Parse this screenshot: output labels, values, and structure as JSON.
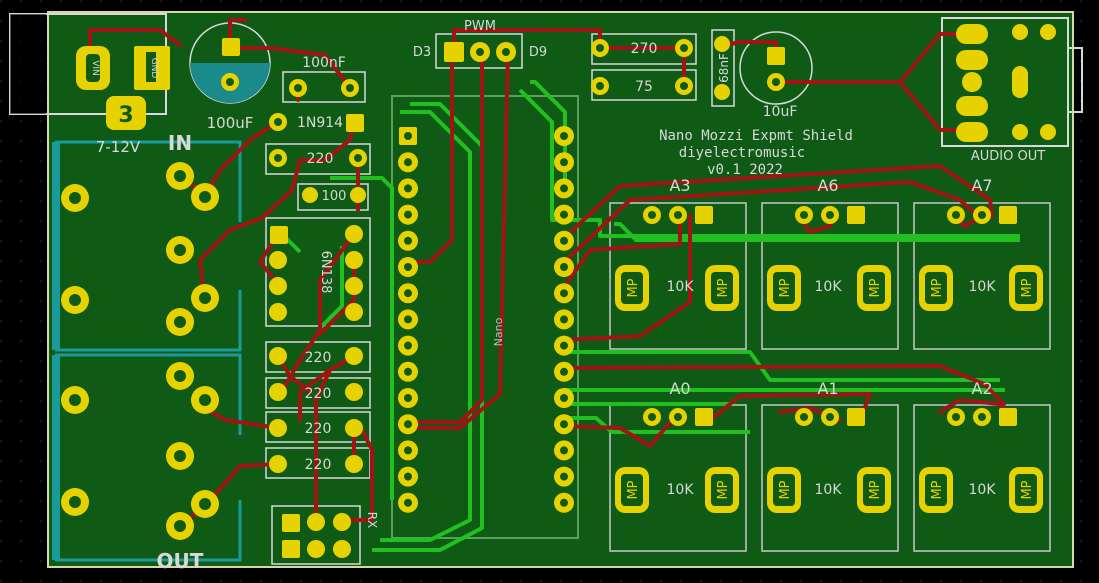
{
  "board": {
    "title": "Nano Mozzi Expmt Shield",
    "author": "diyelectromusic",
    "revision": "v0.1 2022",
    "colors": {
      "board": "#0f5a14",
      "copper_top": "#a01414",
      "copper_bottom": "#20c020",
      "pad": "#e6d200",
      "silk": "#d8d8d8",
      "outline": "#d8d8a0",
      "jack": "#1a9a9a"
    }
  },
  "labels": {
    "power_pin1": "VIN",
    "power_pin2": "GND",
    "power_badge": "3",
    "power_range": "7-12V",
    "in_label": "IN",
    "out_label": "OUT",
    "pwm_label": "PWM",
    "d3_label": "D3",
    "d9_label": "D9",
    "cap_100uf": "100uF",
    "cap_100nf": "100nF",
    "diode": "1N914",
    "r_270": "270",
    "r_75": "75",
    "cap_68nf": "68nF",
    "cap_10uf": "10uF",
    "audio_out": "AUDIO OUT",
    "nano": "Nano",
    "r_220_a": "220",
    "r_220_b": "220",
    "r_220_c": "220",
    "r_220_d": "220",
    "r_220_e": "220",
    "r_100": "100",
    "opto": "6N138",
    "midi_jumper": "RX",
    "pot_a3": "A3",
    "pot_a6": "A6",
    "pot_a7": "A7",
    "pot_a0": "A0",
    "pot_a1": "A1",
    "pot_a2": "A2",
    "pot_value": "10K",
    "pot_pad": "MP"
  }
}
